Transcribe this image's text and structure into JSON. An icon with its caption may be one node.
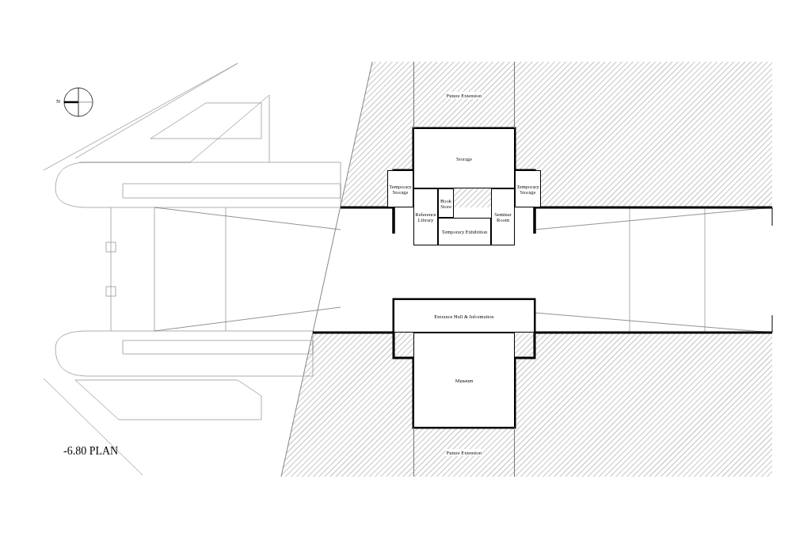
{
  "diagram": {
    "nodes": [
      {
        "text": [
          "Future Extension"
        ]
      },
      {
        "text": [
          "Storage"
        ]
      },
      {
        "text": [
          "Temporary Storage"
        ]
      },
      {
        "text": [
          "Temporary Storage"
        ]
      },
      {
        "text": [
          "Book Store"
        ]
      },
      {
        "text": [
          "Reference Library"
        ]
      },
      {
        "text": [
          "Temporary Exhibition"
        ]
      },
      {
        "text": [
          "Seminar Room"
        ]
      },
      {
        "text": [
          "Entrance Hall & Information"
        ]
      },
      {
        "text": [
          "Museum"
        ]
      },
      {
        "text": [
          "Future Extension"
        ]
      }
    ],
    "labels": [
      "N",
      "-6.80 PLAN"
    ]
  }
}
